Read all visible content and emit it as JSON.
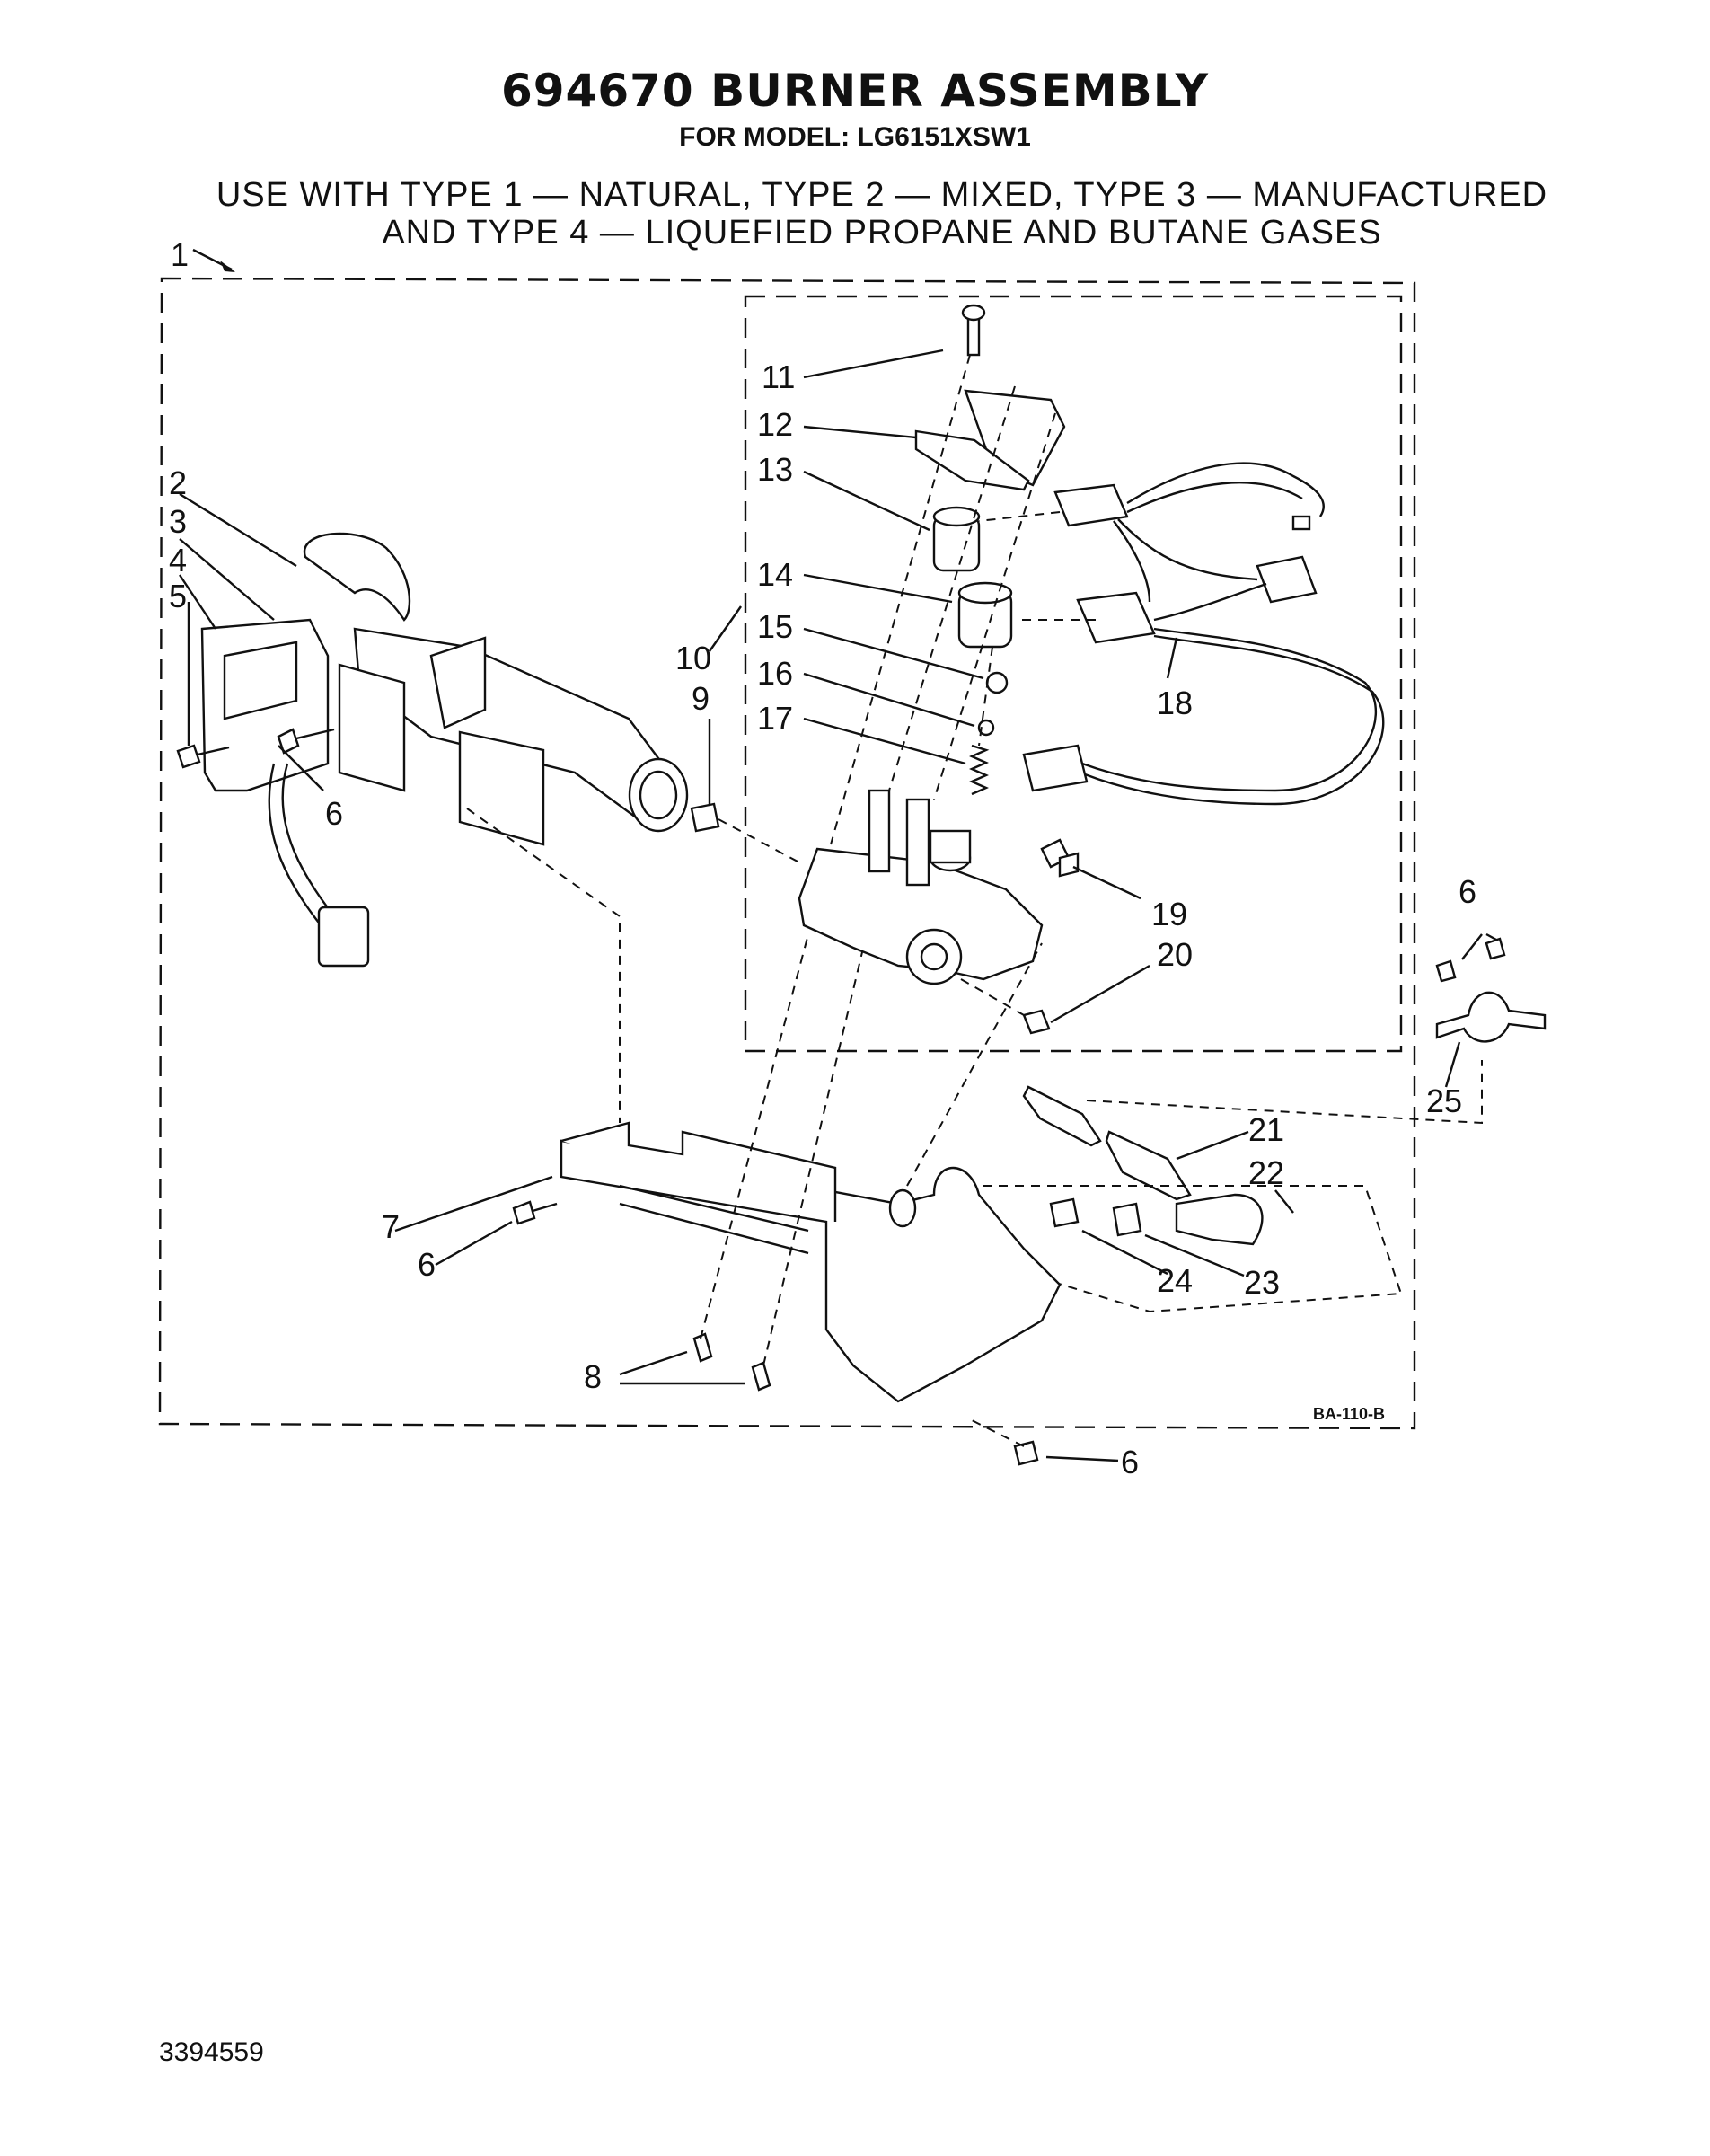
{
  "header": {
    "title": "694670 BURNER ASSEMBLY",
    "model": "FOR MODEL: LG6151XSW1",
    "note_line1": "USE WITH TYPE 1 — NATURAL, TYPE 2 — MIXED, TYPE 3 — MANUFACTURED",
    "note_line2": "AND TYPE 4 — LIQUEFIED PROPANE AND BUTANE GASES"
  },
  "diagram": {
    "code": "BA-110-B",
    "callouts": [
      "1",
      "2",
      "3",
      "4",
      "5",
      "6",
      "6",
      "6",
      "6",
      "6",
      "7",
      "8",
      "9",
      "10",
      "11",
      "12",
      "13",
      "14",
      "15",
      "16",
      "17",
      "18",
      "19",
      "20",
      "21",
      "22",
      "23",
      "24",
      "25"
    ]
  },
  "footer": {
    "doc_number": "3394559"
  }
}
